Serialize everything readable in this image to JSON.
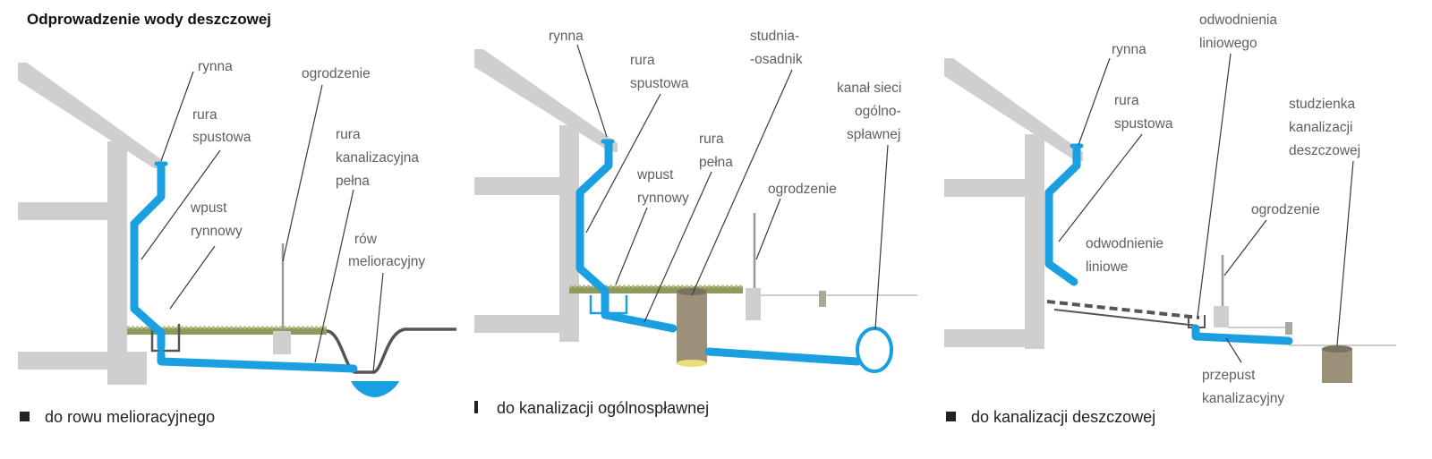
{
  "title": "Odprowadzenie wody deszczowej",
  "colors": {
    "pipe": "#1a9fe0",
    "building": "#cfcfcf",
    "grass": "#9aa36a",
    "ground": "#555555",
    "well": "#9b9078"
  },
  "panels": [
    {
      "caption": "do rowu melioracyjnego",
      "labels": {
        "rynna": "rynna",
        "rura_1": "rura",
        "rura_2": "spustowa",
        "wpust_1": "wpust",
        "wpust_2": "rynnowy",
        "ogrodzenie": "ogrodzenie",
        "kan_1": "rura",
        "kan_2": "kanalizacyjna",
        "kan_3": "pełna",
        "row_1": "rów",
        "row_2": "melioracyjny"
      }
    },
    {
      "caption": "do kanalizacji ogólnospławnej",
      "labels": {
        "rynna": "rynna",
        "rura_1": "rura",
        "rura_2": "spustowa",
        "wpust_1": "wpust",
        "wpust_2": "rynnowy",
        "pelna_1": "rura",
        "pelna_2": "pełna",
        "studnia_1": "studnia-",
        "studnia_2": "-osadnik",
        "kanal_1": "kanał sieci",
        "kanal_2": "ogólno-",
        "kanal_3": "spławnej",
        "ogrodzenie": "ogrodzenie"
      }
    },
    {
      "caption": "do kanalizacji deszczowej",
      "labels": {
        "rynna": "rynna",
        "rura_1": "rura",
        "rura_2": "spustowa",
        "odw_top_1": "odwodnienia",
        "odw_top_2": "liniowego",
        "odw_1": "odwodnienie",
        "odw_2": "liniowe",
        "stud_1": "studzienka",
        "stud_2": "kanalizacji",
        "stud_3": "deszczowej",
        "ogrodzenie": "ogrodzenie",
        "przepust_1": "przepust",
        "przepust_2": "kanalizacyjny"
      }
    }
  ]
}
